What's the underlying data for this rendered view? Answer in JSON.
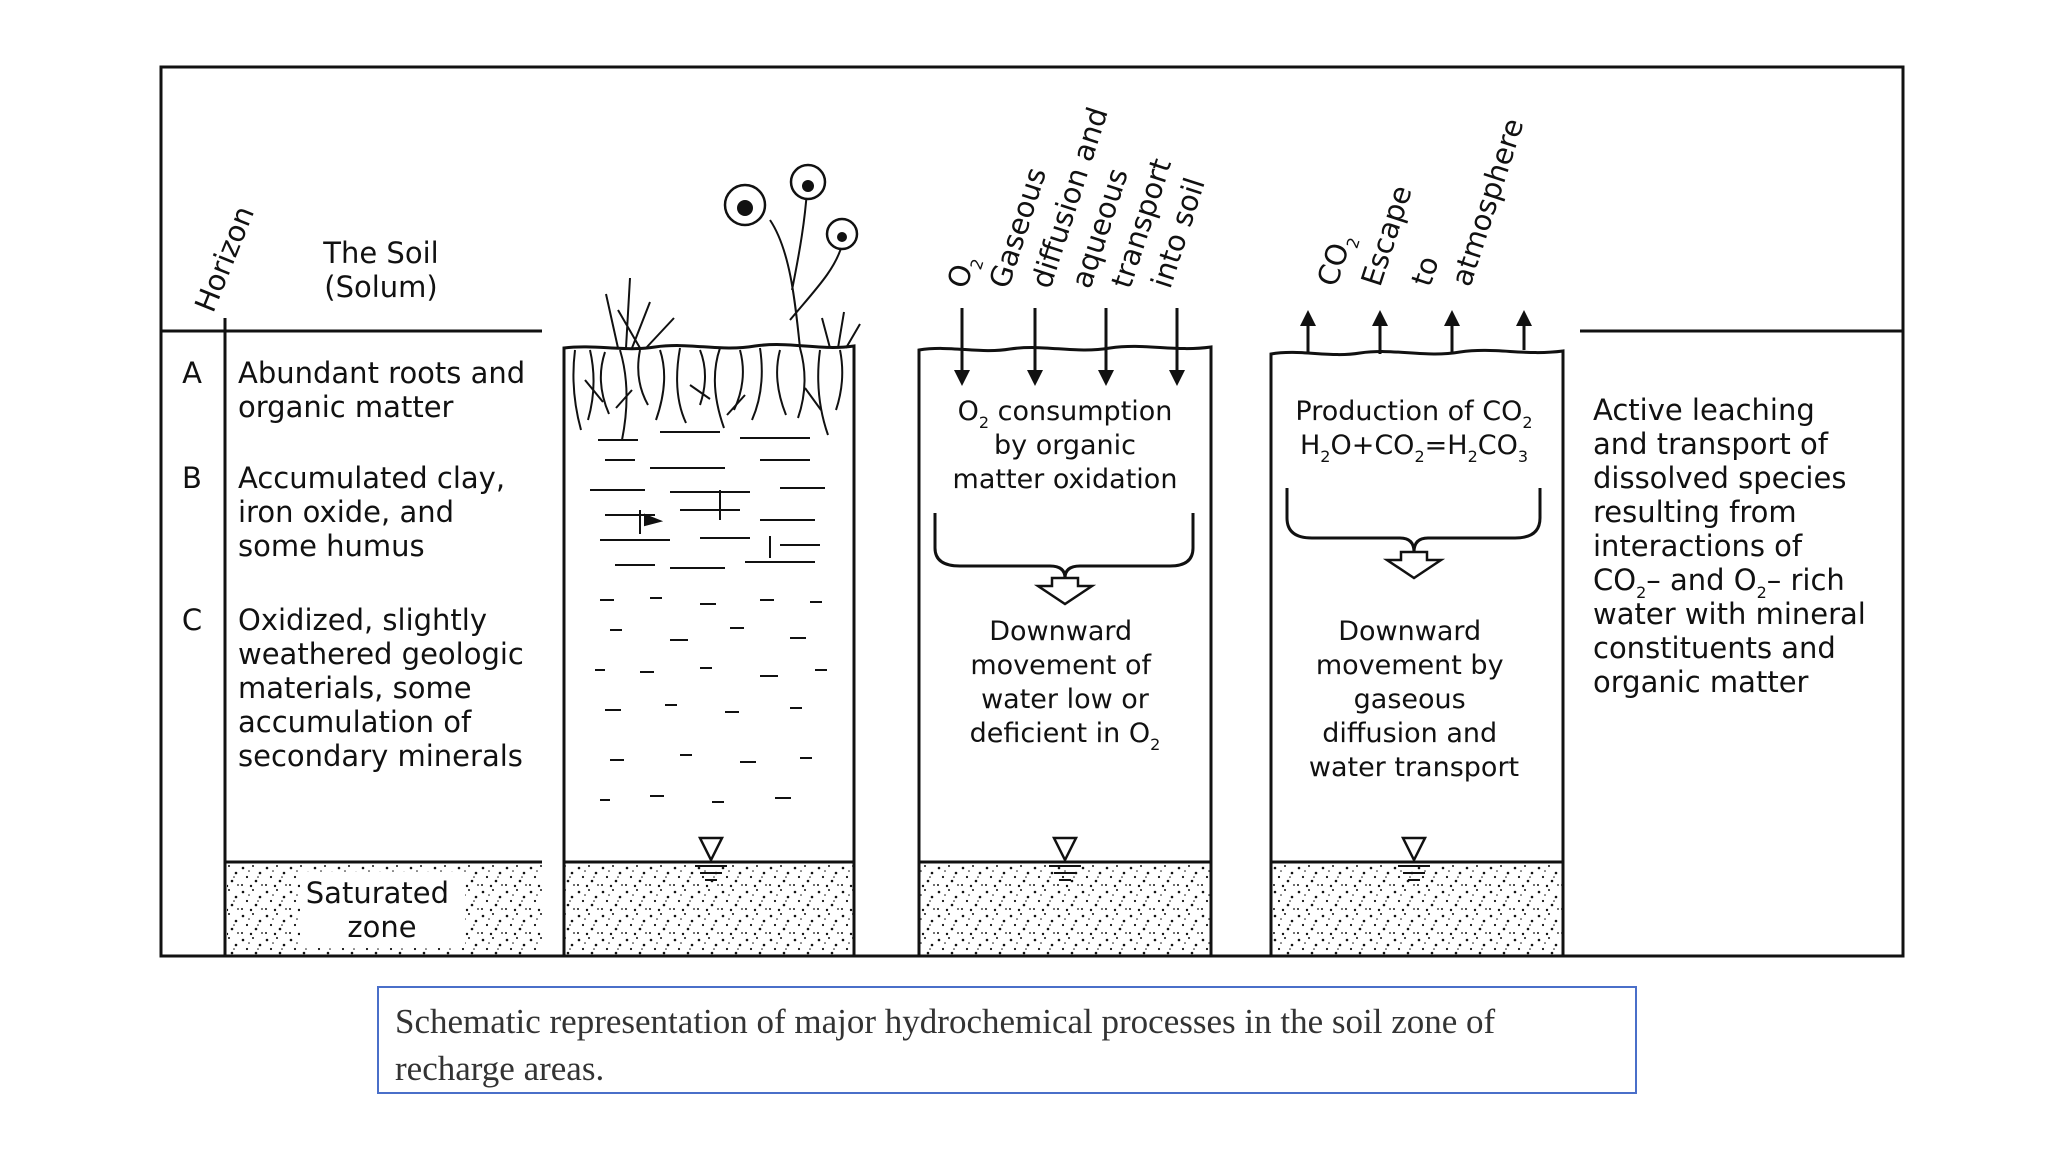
{
  "header": {
    "horizon": "Horizon",
    "soil_line1": "The Soil",
    "soil_line2": "(Solum)"
  },
  "horizons": [
    {
      "letter": "A",
      "lines": [
        "Abundant roots and",
        "organic matter"
      ]
    },
    {
      "letter": "B",
      "lines": [
        "Accumulated clay,",
        "iron oxide, and",
        "some humus"
      ]
    },
    {
      "letter": "C",
      "lines": [
        "Oxidized, slightly",
        "weathered geologic",
        "materials, some",
        "accumulation of",
        "secondary minerals"
      ]
    }
  ],
  "saturated": {
    "line1": "Saturated",
    "line2": "zone"
  },
  "column3": {
    "top_labels": {
      "o2": "O",
      "o2_sub": "2",
      "l1": "Gaseous",
      "l2": "diffusion and",
      "l3": "aqueous",
      "l4": "transport",
      "l5": "into soil"
    },
    "process": {
      "l1a": "O",
      "l1sub": "2",
      "l1b": " consumption",
      "l2": "by organic",
      "l3": "matter oxidation"
    },
    "downward": {
      "l1": "Downward",
      "l2": "movement of",
      "l3": "water low or",
      "l4a": "deficient in O",
      "l4sub": "2"
    }
  },
  "column4": {
    "top_labels": {
      "co2": "CO",
      "co2_sub": "2",
      "l1": "Escape",
      "l2": "to",
      "l3": "atmosphere"
    },
    "process": {
      "l1a": "Production of CO",
      "l1sub": "2",
      "eq": [
        "H",
        "2",
        "O+CO",
        "2",
        "=H",
        "2",
        "CO",
        "3"
      ]
    },
    "downward": {
      "l1": "Downward",
      "l2": "movement by",
      "l3": "gaseous",
      "l4": "diffusion and",
      "l5": "water transport"
    }
  },
  "right_text": {
    "l1": "Active leaching",
    "l2": "and transport of",
    "l3": "dissolved species",
    "l4": "resulting from",
    "l5": "interactions of",
    "l6": [
      "CO",
      "2",
      "– and O",
      "2",
      "– rich"
    ],
    "l7": "water with mineral",
    "l8": "constituents and",
    "l9": "organic matter"
  },
  "caption": "Schematic representation of major hydrochemical processes in the soil zone of recharge areas."
}
